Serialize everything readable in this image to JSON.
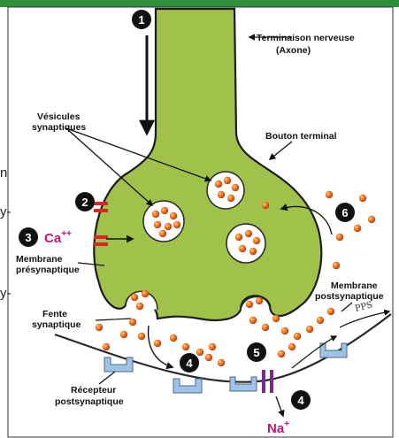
{
  "labels": {
    "terminaison_line1": "Terminaison nerveuse",
    "terminaison_line2": "(Axone)",
    "vesicules_line1": "Vésicules",
    "vesicules_line2": "synaptiques",
    "bouton": "Bouton terminal",
    "membrane_pre_line1": "Membrane",
    "membrane_pre_line2": "présynaptique",
    "fente_line1": "Fente",
    "fente_line2": "synaptique",
    "membrane_post_line1": "Membrane",
    "membrane_post_line2": "postsynaptique",
    "recepteur_line1": "Récepteur",
    "recepteur_line2": "postsynaptique",
    "pps": "PPS"
  },
  "ions": {
    "calcium_symbol": "Ca",
    "calcium_charge": "++",
    "sodium_symbol": "Na",
    "sodium_charge": "+"
  },
  "steps": {
    "s1": "1",
    "s2": "2",
    "s3": "3",
    "s4a": "4",
    "s4b": "4",
    "s5": "5",
    "s6": "6"
  },
  "background_fragments": {
    "left_top": "n",
    "left_mid": "y-",
    "left_low": "y-"
  },
  "colors": {
    "frame_top": "#2f8f3a",
    "neuron_fill": "#a1c24a",
    "neuron_stroke": "#1c1c1c",
    "neurotransmitter": "#e05a1c",
    "receptor": "#9ec3e4",
    "calcium_channel": "#d8262a",
    "sodium_channel": "#7b2a8c",
    "ion_text": "#c0147a"
  }
}
